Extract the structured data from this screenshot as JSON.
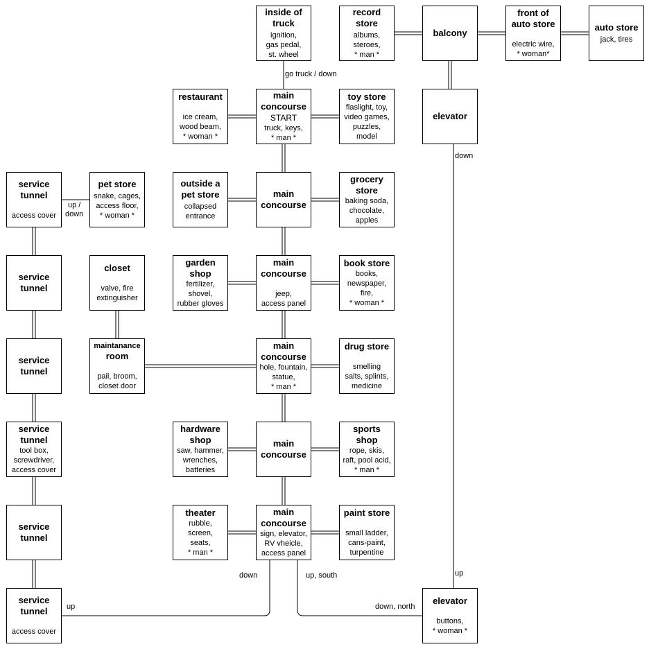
{
  "nodes": {
    "inside_truck": {
      "title": "inside of\ntruck",
      "body": "ignition,\ngas pedal,\nst. wheel"
    },
    "record_store": {
      "title": "record\nstore",
      "body": "albums,\nsteroes,\n* man *"
    },
    "balcony": {
      "title": "balcony",
      "body": ""
    },
    "front_auto": {
      "title": "front of\nauto store",
      "body": "electric wire,\n* woman*"
    },
    "auto_store": {
      "title": "auto store",
      "body": "jack, tires"
    },
    "restaurant": {
      "title": "restaurant",
      "body": "ice cream,\nwood beam,\n* woman *"
    },
    "mc_start": {
      "title": "main\nconcourse",
      "start": "START",
      "body": "truck, keys,\n* man *"
    },
    "toy_store": {
      "title": "toy store",
      "body": "flaslight, toy,\nvideo games,\npuzzles,\nmodel"
    },
    "elevator_top": {
      "title": "elevator",
      "body": ""
    },
    "st1": {
      "title": "service\ntunnel",
      "body": "access cover"
    },
    "pet_store": {
      "title": "pet store",
      "body": "snake, cages,\naccess floor,\n* woman *"
    },
    "outside_pet": {
      "title": "outside a\npet store",
      "body": "collapsed\nentrance"
    },
    "mc2": {
      "title": "main\nconcourse",
      "body": ""
    },
    "grocery": {
      "title": "grocery\nstore",
      "body": "baking soda,\nchocolate,\napples"
    },
    "st2": {
      "title": "service\ntunnel",
      "body": ""
    },
    "closet": {
      "title": "closet",
      "body": "valve, fire\nextinguisher"
    },
    "garden": {
      "title": "garden\nshop",
      "body": "fertilizer,\nshovel,\nrubber gloves"
    },
    "mc3": {
      "title": "main\nconcourse",
      "body": "jeep,\naccess panel"
    },
    "book_store": {
      "title": "book store",
      "body": "books,\nnewspaper,\nfire,\n* woman *"
    },
    "st3": {
      "title": "service\ntunnel",
      "body": ""
    },
    "maint": {
      "title": "maintanance",
      "title2": "room",
      "body": "pail, broom,\ncloset door"
    },
    "mc4": {
      "title": "main\nconcourse",
      "body": "hole, fountain,\nstatue,\n* man *"
    },
    "drug_store": {
      "title": "drug store",
      "body": "smelling\nsalts, splints,\nmedicine"
    },
    "st4": {
      "title": "service\ntunnel",
      "body": "tool box,\nscrewdriver,\naccess cover"
    },
    "hardware": {
      "title": "hardware\nshop",
      "body": "saw, hammer,\nwrenches,\nbatteries"
    },
    "mc5": {
      "title": "main\nconcourse",
      "body": ""
    },
    "sports": {
      "title": "sports\nshop",
      "body": "rope, skis,\nraft, pool acid,\n* man *"
    },
    "st5": {
      "title": "service\ntunnel",
      "body": ""
    },
    "theater": {
      "title": "theater",
      "body": "rubble,\nscreen,\nseats,\n* man *"
    },
    "mc6": {
      "title": "main\nconcourse",
      "body": "sign, elevator,\nRV vheicle,\naccess panel"
    },
    "paint": {
      "title": "paint store",
      "body": "small ladder,\ncans-paint,\nturpentine"
    },
    "st6": {
      "title": "service\ntunnel",
      "body": "access cover"
    },
    "elevator_bottom": {
      "title": "elevator",
      "body": "buttons,\n* woman *"
    }
  },
  "edge_labels": {
    "go_truck": "go truck / down",
    "elev_down": "down",
    "up_down": "up /\ndown",
    "down": "down",
    "up_south": "up, south",
    "elev_up": "up",
    "up": "up",
    "down_north": "down, north"
  }
}
